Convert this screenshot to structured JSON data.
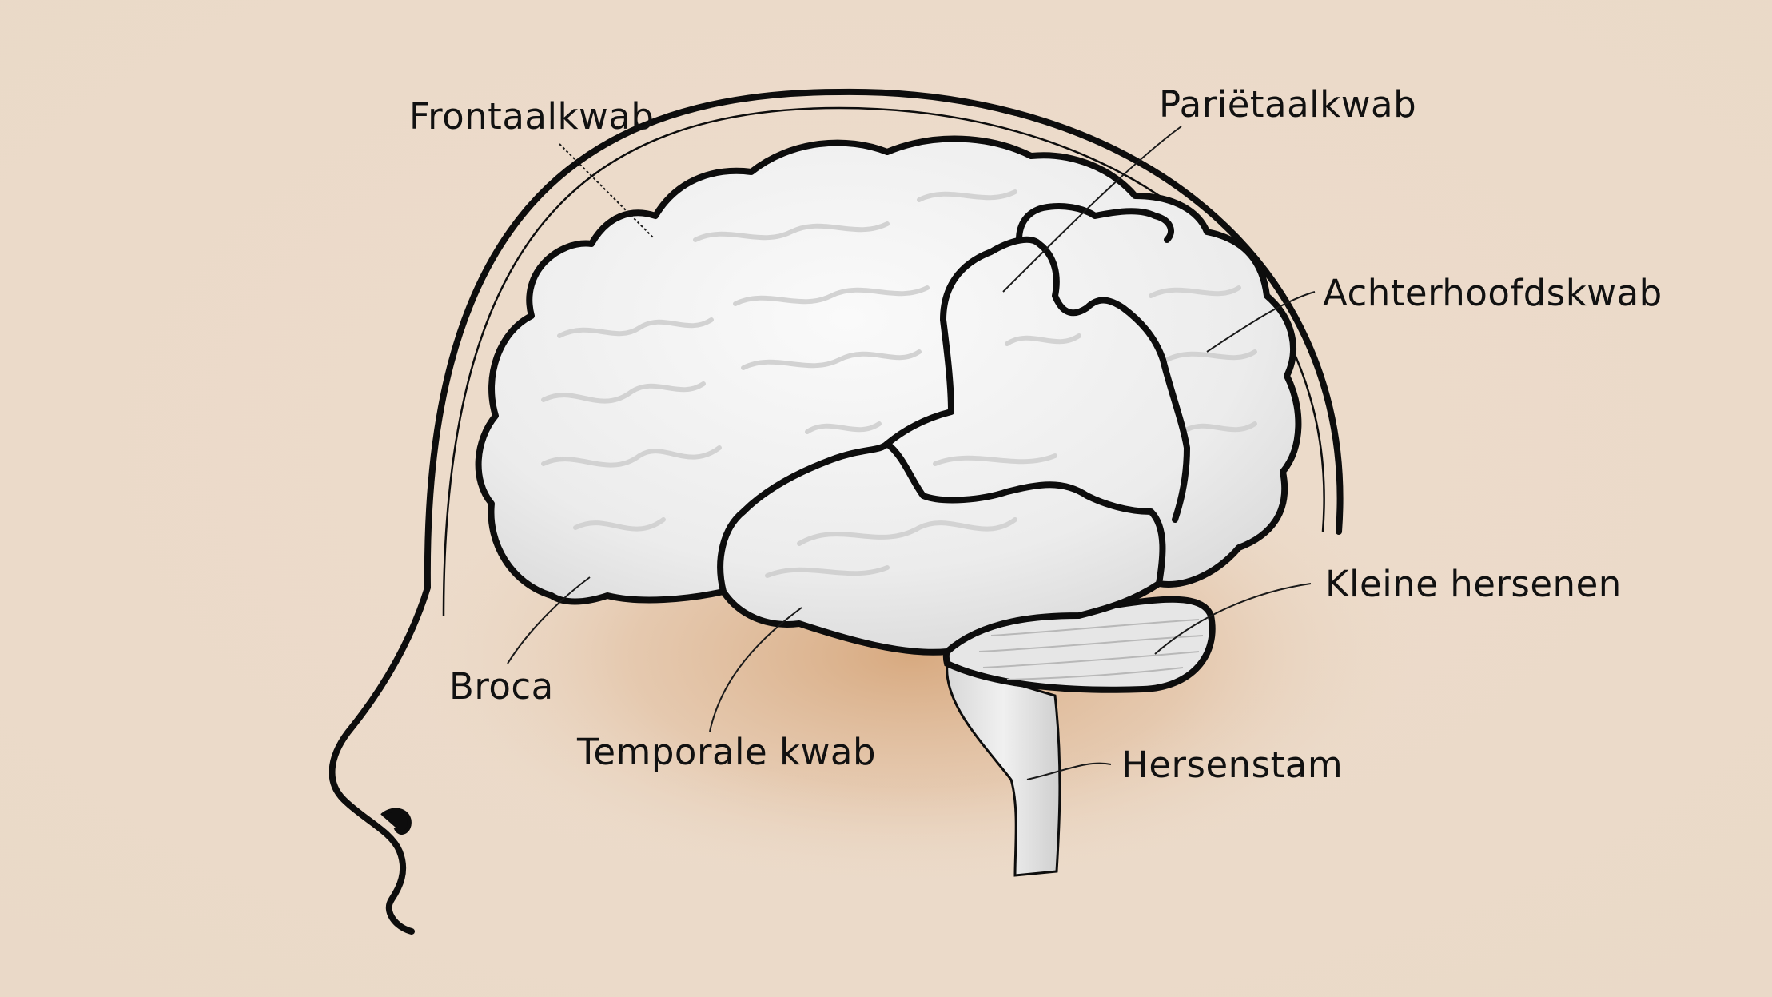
{
  "labels": {
    "frontal": "Frontaalkwab",
    "parietal": "Pariëtaalkwab",
    "occipital": "Achterhoofdskwab",
    "cerebellum": "Kleine hersenen",
    "broca": "Broca",
    "temporal": "Temporale kwab",
    "brainstem": "Hersenstam"
  },
  "colors": {
    "background": "#ecdccb",
    "glow": "#d7a77c",
    "brain_fill": "#f1f1f1",
    "outline": "#0d0d0d"
  }
}
